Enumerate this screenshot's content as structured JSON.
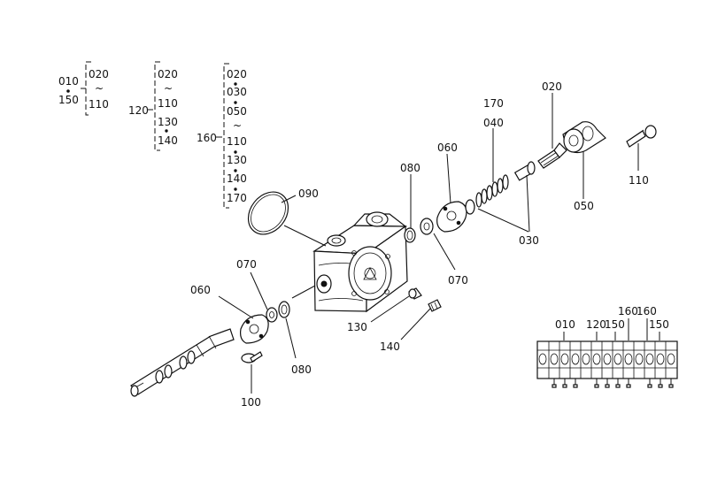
{
  "legend": {
    "group1": {
      "left_top": "010",
      "left_bottom": "150",
      "items": [
        "020",
        "~",
        "110"
      ]
    },
    "group2": {
      "left": "120",
      "items": [
        "020",
        "~",
        "110",
        "130",
        "140"
      ]
    },
    "group3": {
      "left": "160",
      "items": [
        "020",
        "030",
        "050",
        "~",
        "110",
        "130",
        "140",
        "170"
      ]
    }
  },
  "callouts": {
    "c090": "090",
    "c080_top": "080",
    "c060_top": "060",
    "c170": "170",
    "c040": "040",
    "c020": "020",
    "c110": "110",
    "c050": "050",
    "c030": "030",
    "c070_right": "070",
    "c070_left": "070",
    "c060_left": "060",
    "c080_bottom": "080",
    "c130": "130",
    "c140": "140",
    "c100": "100"
  },
  "assembly_labels": {
    "l010": "010",
    "l120": "120",
    "l150a": "150",
    "l160a": "160",
    "l160b": "160",
    "l150b": "150"
  }
}
